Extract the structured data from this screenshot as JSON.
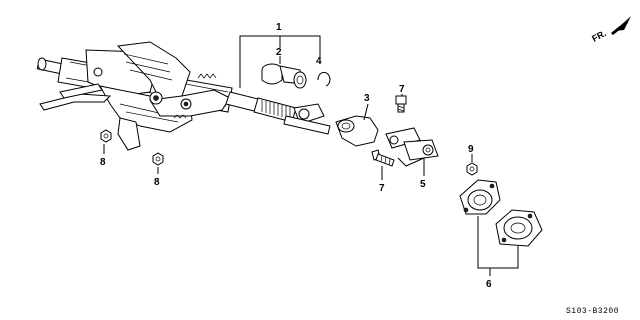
{
  "callouts": {
    "c1": "1",
    "c2": "2",
    "c3": "3",
    "c4": "4",
    "c5": "5",
    "c6": "6",
    "c7a": "7",
    "c7b": "7",
    "c8a": "8",
    "c8b": "8",
    "c9": "9"
  },
  "direction_label": "FR.",
  "diagram_code": "S103-B3200"
}
